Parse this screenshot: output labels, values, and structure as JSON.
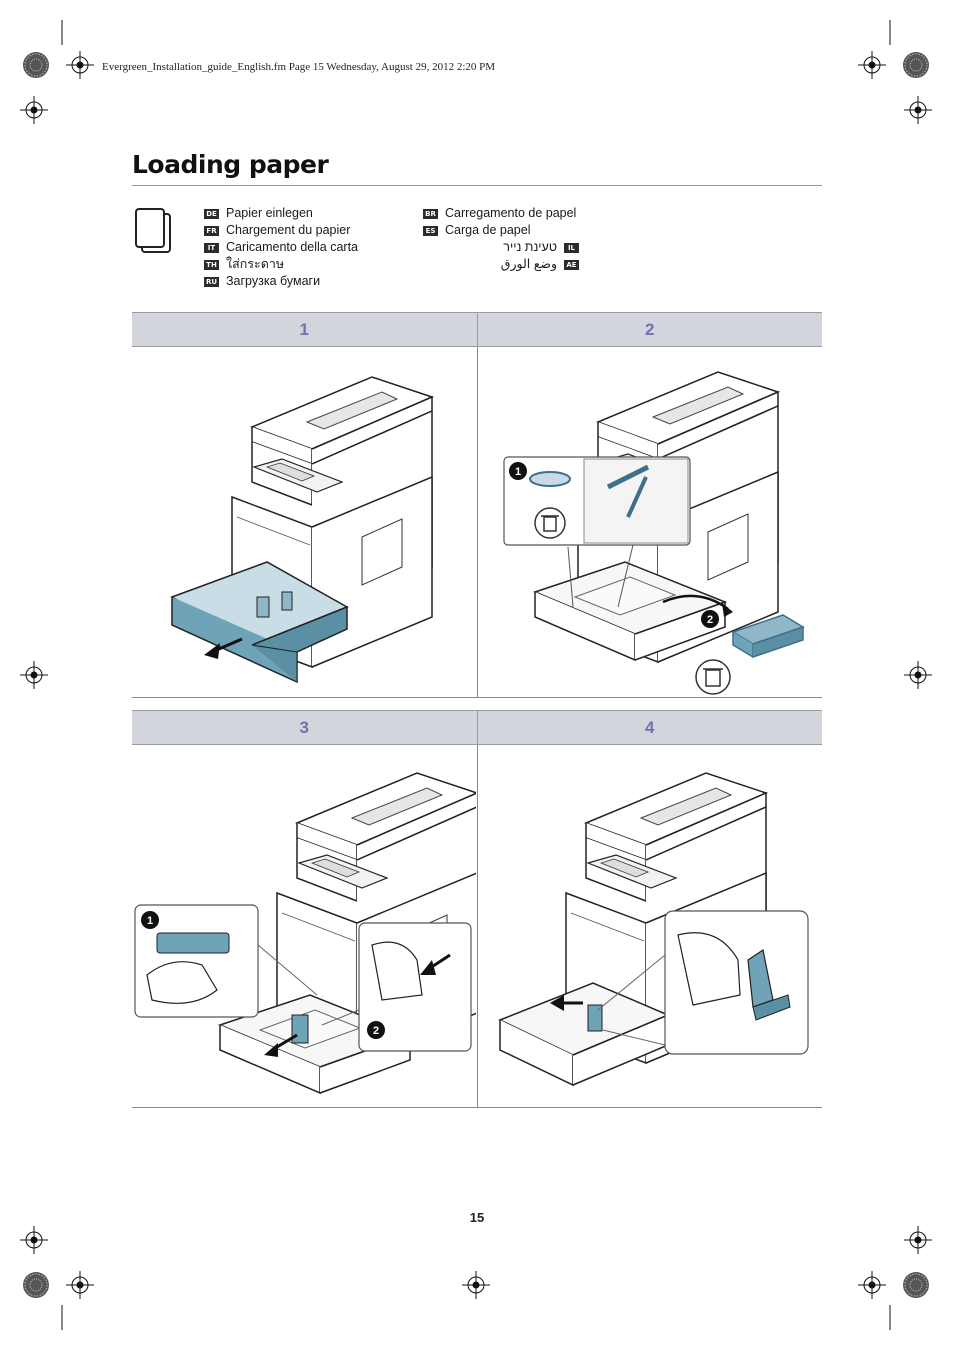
{
  "header": {
    "file_info": "Evergreen_Installation_guide_English.fm  Page 15  Wednesday, August 29, 2012  2:20 PM"
  },
  "page": {
    "title": "Loading paper",
    "number": "15"
  },
  "translations": {
    "left": [
      {
        "code": "DE",
        "text": "Papier einlegen"
      },
      {
        "code": "FR",
        "text": "Chargement du papier"
      },
      {
        "code": "IT",
        "text": "Caricamento della carta"
      },
      {
        "code": "TH",
        "text": "ใส่กระดาษ"
      },
      {
        "code": "RU",
        "text": "Загрузка бумаги"
      }
    ],
    "right": [
      {
        "code": "BR",
        "text": "Carregamento de papel"
      },
      {
        "code": "ES",
        "text": "Carga de papel"
      },
      {
        "code": "IL",
        "text": "טעינת נייר"
      },
      {
        "code": "AE",
        "text": "وضع الورق"
      }
    ]
  },
  "steps": [
    {
      "number": "1"
    },
    {
      "number": "2",
      "callouts": [
        "1",
        "2"
      ]
    },
    {
      "number": "3",
      "callouts": [
        "1",
        "2"
      ]
    },
    {
      "number": "4"
    }
  ],
  "icons": {
    "pages": "pages-icon",
    "recycle": "recycle-bin-icon",
    "registration": "registration-mark-icon"
  },
  "colors": {
    "step_header_bg": "#d3d5dd",
    "step_number": "#6d72b0",
    "tray_accent": "#6fa3b8"
  }
}
